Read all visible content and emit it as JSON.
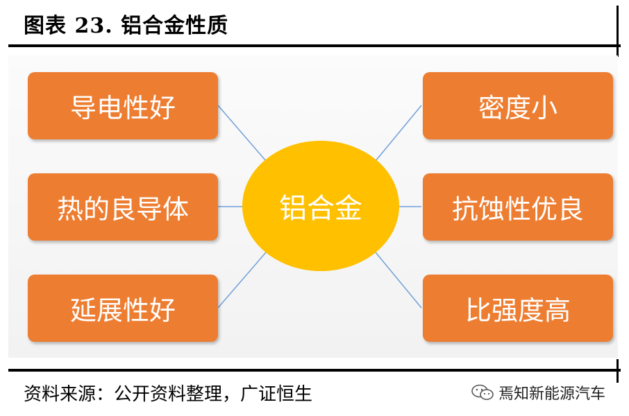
{
  "title": "图表 23. 铝合金性质",
  "diagram": {
    "center": "铝合金",
    "left": [
      "导电性好",
      "热的良导体",
      "延展性好"
    ],
    "right": [
      "密度小",
      "抗蚀性优良",
      "比强度高"
    ]
  },
  "source": "资料来源：公开资料整理，广证恒生",
  "watermark": "焉知新能源汽车",
  "colors": {
    "box": "#ed7d31",
    "hub": "#ffc000",
    "connector": "#6fa0d8"
  }
}
